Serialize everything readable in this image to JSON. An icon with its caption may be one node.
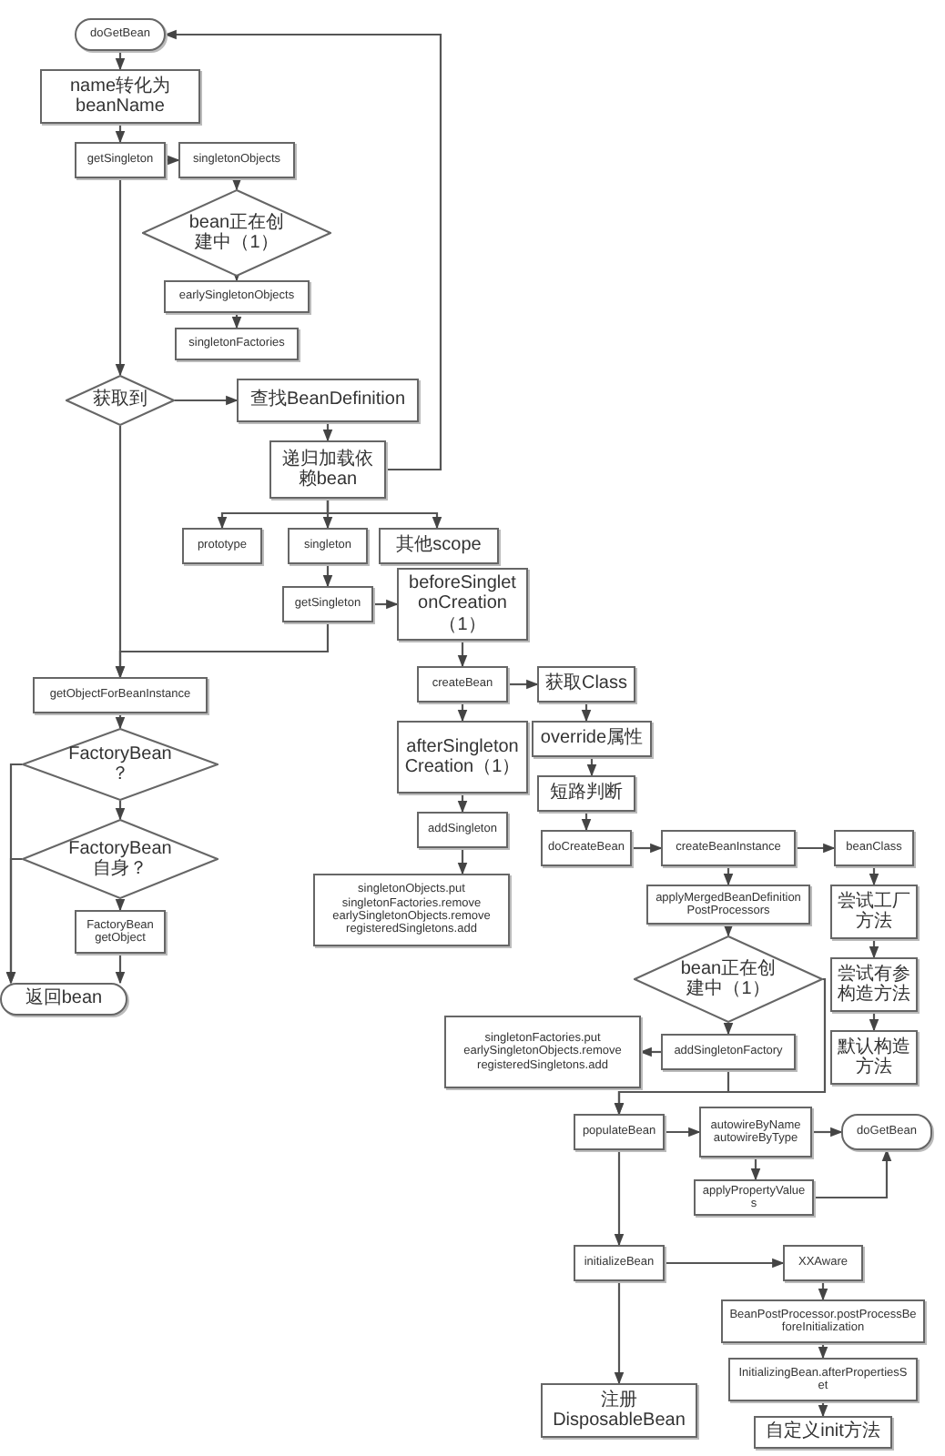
{
  "diagram": {
    "nodes": [
      {
        "text": [
          "doGetBean"
        ]
      },
      {
        "text": [
          "name转化为beanName"
        ]
      },
      {
        "text": [
          "getSingleton"
        ]
      },
      {
        "text": [
          "singletonObjects"
        ]
      },
      {
        "text": [
          "bean正在创建中（1）"
        ]
      },
      {
        "text": [
          "earlySingletonObjects"
        ]
      },
      {
        "text": [
          "singletonFactories"
        ]
      },
      {
        "text": [
          "获取到"
        ]
      },
      {
        "text": [
          "查找BeanDefinition"
        ]
      },
      {
        "text": [
          "递归加载依赖bean"
        ]
      },
      {
        "text": [
          "prototype"
        ]
      },
      {
        "text": [
          "singleton"
        ]
      },
      {
        "text": [
          "其他scope"
        ]
      },
      {
        "text": [
          "getSingleton"
        ]
      },
      {
        "text": [
          "beforeSingletonCreation（1）"
        ]
      },
      {
        "text": [
          "createBean"
        ]
      },
      {
        "text": [
          "afterSingletonCreation（1）"
        ]
      },
      {
        "text": [
          "getObjectForBeanInstance"
        ]
      },
      {
        "text": [
          "addSingleton"
        ]
      },
      {
        "text": [
          "singletonObjects.put singletonFactories.remove earlySingletonObjects.remove registeredSingletons.add"
        ]
      },
      {
        "text": [
          "获取Class"
        ]
      },
      {
        "text": [
          "override属性"
        ]
      },
      {
        "text": [
          "短路判断"
        ]
      },
      {
        "text": [
          "doCreateBean"
        ]
      },
      {
        "text": [
          "createBeanInstance"
        ]
      },
      {
        "text": [
          "beanClass"
        ]
      },
      {
        "text": [
          "尝试工厂方法"
        ]
      },
      {
        "text": [
          "尝试有参构造方法"
        ]
      },
      {
        "text": [
          "默认构造方法"
        ]
      },
      {
        "text": [
          "applyMergedBeanDefinitionPostProcessors"
        ]
      },
      {
        "text": [
          "bean正在创建中（1）"
        ]
      },
      {
        "text": [
          "addSingletonFactory"
        ]
      },
      {
        "text": [
          "singletonFactories.put earlySingletonObjects.remove registeredSingletons.add"
        ]
      },
      {
        "text": [
          "populateBean"
        ]
      },
      {
        "text": [
          "autowireByName autowireByType"
        ]
      },
      {
        "text": [
          "doGetBean"
        ]
      },
      {
        "text": [
          "applyPropertyValues"
        ]
      },
      {
        "text": [
          "FactoryBean？"
        ]
      },
      {
        "text": [
          "FactoryBean自身？"
        ]
      },
      {
        "text": [
          "FactoryBean getObject"
        ]
      },
      {
        "text": [
          "返回bean"
        ]
      },
      {
        "text": [
          "initializeBean"
        ]
      },
      {
        "text": [
          "XXAware"
        ]
      },
      {
        "text": [
          "BeanPostProcessor.postProcessBeforeInitialization"
        ]
      },
      {
        "text": [
          "InitializingBean.afterPropertiesSet"
        ]
      },
      {
        "text": [
          "自定义init方法"
        ]
      },
      {
        "text": [
          "注册 DisposableBean"
        ]
      }
    ],
    "edges": [
      {
        "from": 0,
        "to": 1,
        "arrow": "to"
      },
      {
        "from": 1,
        "to": 2,
        "arrow": "to"
      },
      {
        "from": 2,
        "to": 3,
        "arrow": "to"
      },
      {
        "from": 3,
        "to": 4,
        "arrow": "to"
      },
      {
        "from": 4,
        "to": 5,
        "arrow": "to"
      },
      {
        "from": 5,
        "to": 6,
        "arrow": "to"
      },
      {
        "from": 2,
        "to": 7,
        "arrow": "to"
      },
      {
        "from": 7,
        "to": 8,
        "arrow": "to"
      },
      {
        "from": 8,
        "to": 9,
        "arrow": "to"
      },
      {
        "from": 9,
        "to": 0,
        "arrow": "to"
      },
      {
        "from": 9,
        "to": 10,
        "arrow": "to"
      },
      {
        "from": 9,
        "to": 11,
        "arrow": "to"
      },
      {
        "from": 9,
        "to": 12,
        "arrow": "to"
      },
      {
        "from": 11,
        "to": 13,
        "arrow": "to"
      },
      {
        "from": 13,
        "to": 14,
        "arrow": "to"
      },
      {
        "from": 14,
        "to": 15,
        "arrow": "to"
      },
      {
        "from": 13,
        "to": 17,
        "arrow": "to"
      },
      {
        "from": 7,
        "to": 17,
        "arrow": "to"
      },
      {
        "from": 15,
        "to": 16,
        "arrow": "to"
      },
      {
        "from": 16,
        "to": 18,
        "arrow": "to"
      },
      {
        "from": 18,
        "to": 19,
        "arrow": "to"
      },
      {
        "from": 15,
        "to": 20,
        "arrow": "to"
      },
      {
        "from": 20,
        "to": 21,
        "arrow": "to"
      },
      {
        "from": 21,
        "to": 22,
        "arrow": "to"
      },
      {
        "from": 22,
        "to": 23,
        "arrow": "to"
      },
      {
        "from": 23,
        "to": 24,
        "arrow": "to"
      },
      {
        "from": 24,
        "to": 25,
        "arrow": "to"
      },
      {
        "from": 25,
        "to": 26,
        "arrow": "to"
      },
      {
        "from": 26,
        "to": 27,
        "arrow": "to"
      },
      {
        "from": 27,
        "to": 28,
        "arrow": "to"
      },
      {
        "from": 24,
        "to": 29,
        "arrow": "to"
      },
      {
        "from": 29,
        "to": 30,
        "arrow": "to"
      },
      {
        "from": 30,
        "to": 31,
        "arrow": "to"
      },
      {
        "from": 30,
        "to": 33,
        "arrow": "to"
      },
      {
        "from": 31,
        "to": 32,
        "arrow": "to"
      },
      {
        "from": 31,
        "to": 33,
        "arrow": "to"
      },
      {
        "from": 33,
        "to": 34,
        "arrow": "to"
      },
      {
        "from": 34,
        "to": 35,
        "arrow": "to"
      },
      {
        "from": 34,
        "to": 36,
        "arrow": "to"
      },
      {
        "from": 36,
        "to": 35,
        "arrow": "to"
      },
      {
        "from": 33,
        "to": 41,
        "arrow": "to"
      },
      {
        "from": 41,
        "to": 42,
        "arrow": "to"
      },
      {
        "from": 42,
        "to": 43,
        "arrow": "to"
      },
      {
        "from": 43,
        "to": 44,
        "arrow": "to"
      },
      {
        "from": 44,
        "to": 45,
        "arrow": "to"
      },
      {
        "from": 41,
        "to": 46,
        "arrow": "to"
      },
      {
        "from": 17,
        "to": 37,
        "arrow": "to"
      },
      {
        "from": 37,
        "to": 38,
        "arrow": "to"
      },
      {
        "from": 38,
        "to": 39,
        "arrow": "to"
      },
      {
        "from": 37,
        "to": 40,
        "arrow": "to"
      },
      {
        "from": 38,
        "to": 40,
        "arrow": "to"
      },
      {
        "from": 39,
        "to": 40,
        "arrow": "to"
      }
    ]
  }
}
